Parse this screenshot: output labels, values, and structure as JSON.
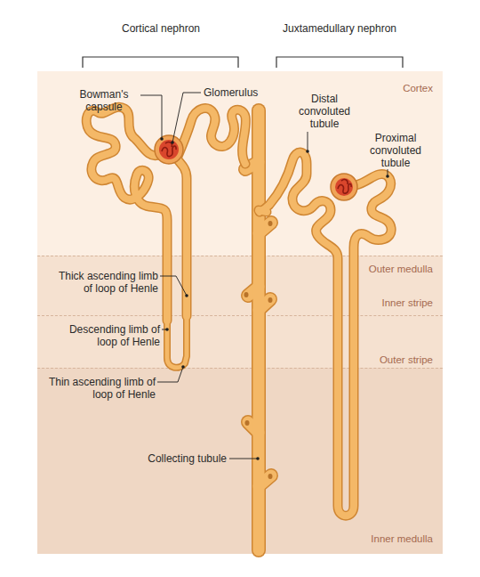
{
  "diagram": {
    "nodes": [
      {
        "text": [
          "Cortex"
        ]
      },
      {
        "text": [
          "Outer medulla"
        ]
      },
      {
        "text": [
          "Inner stripe"
        ],
        "in": 1
      },
      {
        "text": [
          "Outer stripe"
        ],
        "in": 1
      },
      {
        "text": [
          "Inner medulla"
        ]
      }
    ],
    "labels": [
      "Cortical nephron",
      "Juxtamedullary nephron",
      "Bowman's capsule",
      "Glomerulus",
      "Distal convoluted tubule",
      "Proximal convoluted tubule",
      "Thick ascending limb of loop of Henle",
      "Descending limb of loop of Henle",
      "Thin ascending limb of loop of Henle",
      "Collecting tubule"
    ]
  }
}
